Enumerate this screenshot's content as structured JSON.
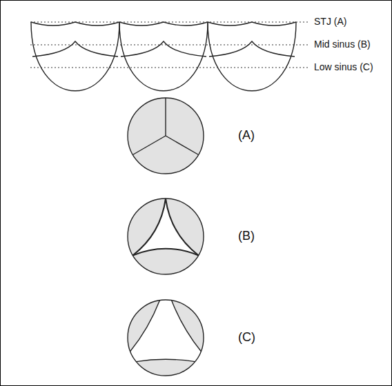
{
  "diagram": {
    "labels": [
      "STJ (A)",
      "Mid sinus (B)",
      "Low sinus (C)",
      "(A)",
      "(B)",
      "(C)"
    ]
  }
}
